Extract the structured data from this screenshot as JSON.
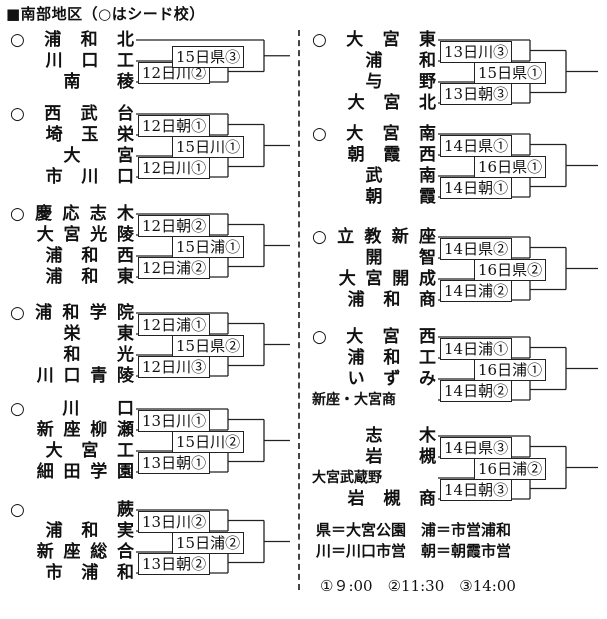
{
  "header": {
    "title": "■南部地区（○はシード校）"
  },
  "left_blocks": [
    {
      "teams": [
        {
          "name": "浦和北",
          "seed": true
        },
        {
          "name": "川口工",
          "seed": false
        },
        {
          "name": "南稜",
          "seed": false
        }
      ],
      "games": [
        "15日県③",
        "12日川②"
      ]
    },
    {
      "teams": [
        {
          "name": "西武台",
          "seed": true
        },
        {
          "name": "埼玉栄",
          "seed": false
        },
        {
          "name": "大宮",
          "seed": false
        },
        {
          "name": "市川口",
          "seed": false
        }
      ],
      "games": [
        "12日朝①",
        "15日川①",
        "12日川①"
      ]
    },
    {
      "teams": [
        {
          "name": "慶応志木",
          "seed": true
        },
        {
          "name": "大宮光陵",
          "seed": false
        },
        {
          "name": "浦和西",
          "seed": false
        },
        {
          "name": "浦和東",
          "seed": false
        }
      ],
      "games": [
        "12日朝②",
        "15日浦①",
        "12日浦②"
      ]
    },
    {
      "teams": [
        {
          "name": "浦和学院",
          "seed": true
        },
        {
          "name": "栄東",
          "seed": false
        },
        {
          "name": "和光",
          "seed": false
        },
        {
          "name": "川口青陵",
          "seed": false
        }
      ],
      "games": [
        "12日浦①",
        "15日県②",
        "12日川③"
      ]
    },
    {
      "teams": [
        {
          "name": "川口",
          "seed": true
        },
        {
          "name": "新座柳瀬",
          "seed": false
        },
        {
          "name": "大宮工",
          "seed": false
        },
        {
          "name": "細田学園",
          "seed": false
        }
      ],
      "games": [
        "13日川①",
        "15日川②",
        "13日朝①"
      ]
    },
    {
      "teams": [
        {
          "name": "蕨",
          "seed": true
        },
        {
          "name": "浦和実",
          "seed": false
        },
        {
          "name": "新座総合",
          "seed": false
        },
        {
          "name": "市浦和",
          "seed": false
        }
      ],
      "games": [
        "13日川②",
        "15日浦②",
        "13日朝②"
      ]
    }
  ],
  "right_blocks": [
    {
      "teams": [
        {
          "name": "大宮東",
          "seed": true
        },
        {
          "name": "浦和",
          "seed": false
        },
        {
          "name": "与野",
          "seed": false
        },
        {
          "name": "大宮北",
          "seed": false
        }
      ],
      "games": [
        "13日川③",
        "15日県①",
        "13日朝③"
      ]
    },
    {
      "teams": [
        {
          "name": "大宮南",
          "seed": true
        },
        {
          "name": "朝霞西",
          "seed": false
        },
        {
          "name": "武南",
          "seed": false
        },
        {
          "name": "朝霞",
          "seed": false
        }
      ],
      "games": [
        "14日県①",
        "16日県①",
        "14日朝①"
      ]
    },
    {
      "teams": [
        {
          "name": "立教新座",
          "seed": true
        },
        {
          "name": "開智",
          "seed": false
        },
        {
          "name": "大宮開成",
          "seed": false
        },
        {
          "name": "浦和商",
          "seed": false
        }
      ],
      "games": [
        "14日県②",
        "16日県②",
        "14日浦②"
      ]
    },
    {
      "teams": [
        {
          "name": "大宮西",
          "seed": true
        },
        {
          "name": "浦和工",
          "seed": false
        },
        {
          "name": "いずみ",
          "seed": false
        },
        {
          "name": "新座・大宮商",
          "seed": false
        }
      ],
      "games": [
        "14日浦①",
        "16日浦①",
        "14日朝②"
      ]
    },
    {
      "teams": [
        {
          "name": "志木",
          "seed": false
        },
        {
          "name": "岩槻",
          "seed": false
        },
        {
          "name": "大宮武蔵野",
          "seed": false
        },
        {
          "name": "岩槻商",
          "seed": false
        }
      ],
      "games": [
        "14日県③",
        "16日浦②",
        "14日朝③"
      ]
    }
  ],
  "legend": {
    "line1": "県＝大宮公園　浦＝市営浦和",
    "line2": "川＝川口市営　朝＝朝霞市営"
  },
  "times": "①９:00　②11:30　③14:00"
}
